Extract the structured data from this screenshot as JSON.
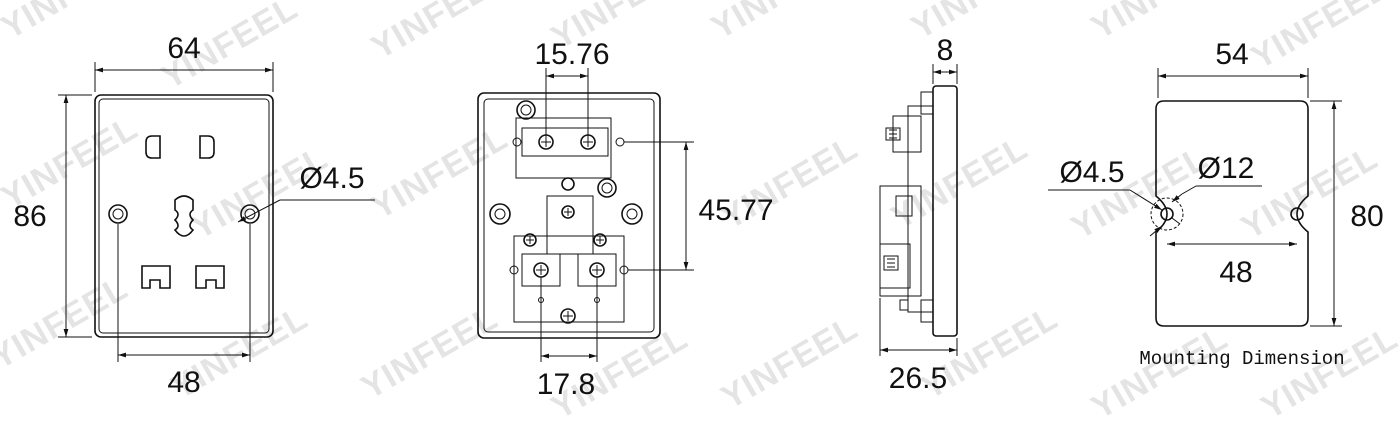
{
  "watermark": "YINFEEL",
  "front_view": {
    "width_label": "64",
    "height_label": "86",
    "hole_spacing_label": "48",
    "hole_diameter_label": "Ø4.5"
  },
  "back_view": {
    "top_label": "15.76",
    "right_label": "45.77",
    "bottom_label": "17.8"
  },
  "side_view": {
    "top_label": "8",
    "bottom_label": "26.5"
  },
  "mounting_view": {
    "width_label": "54",
    "height_label": "80",
    "hole_spacing_label": "48",
    "small_hole_label": "Ø4.5",
    "large_hole_label": "Ø12",
    "caption": "Mounting Dimension"
  },
  "colors": {
    "plate_fill": "#e3e3e3",
    "line": "#111111",
    "watermark": "#cfcfcf"
  }
}
